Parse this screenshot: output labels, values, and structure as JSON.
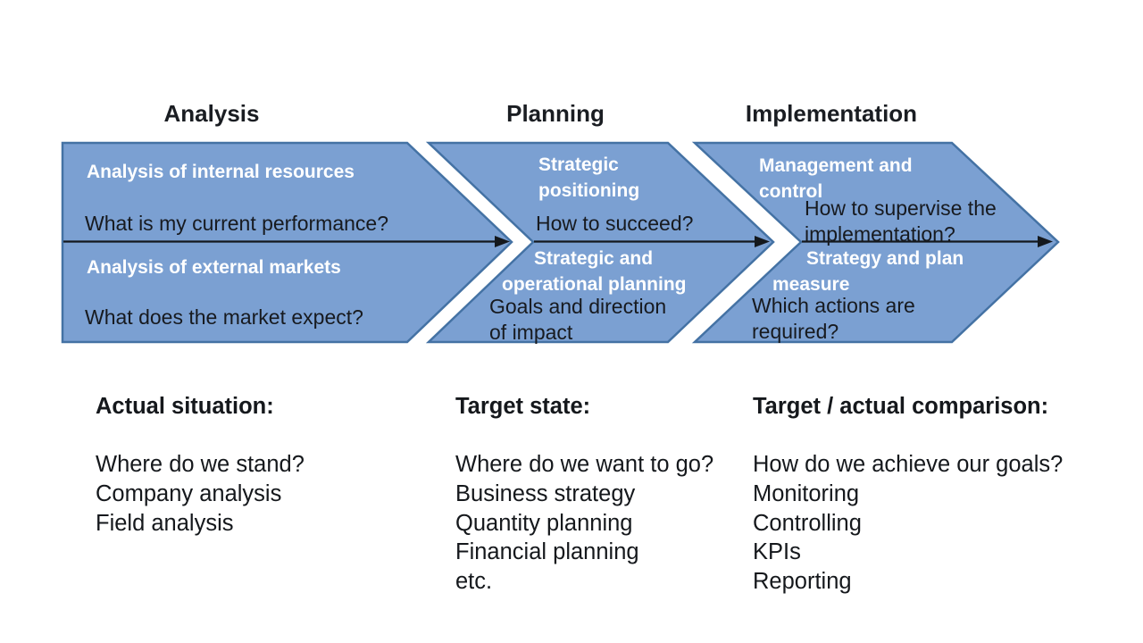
{
  "diagram": {
    "background": "#ffffff",
    "chevron_fill": "#7ba0d2",
    "chevron_border": "#4472a4",
    "arrow_color": "#14181d",
    "label_text_color": "#ffffff",
    "question_text_color": "#171a1f",
    "phases": [
      {
        "title": "Analysis",
        "upper_label": "Analysis of internal resources",
        "upper_question": "What is my current performance?",
        "lower_label": "Analysis of external markets",
        "lower_question": "What does the market expect?",
        "notes_heading": "Actual situation:",
        "notes_lines": "Where do we stand?\nCompany analysis\nField analysis"
      },
      {
        "title": "Planning",
        "upper_label": "Strategic\npositioning",
        "upper_question": "How to succeed?",
        "lower_label": "Strategic and\noperational planning",
        "lower_question": "Goals and direction\nof impact",
        "notes_heading": "Target state:",
        "notes_lines": "Where do we want to go?\nBusiness strategy\nQuantity planning\nFinancial planning\netc."
      },
      {
        "title": "Implementation",
        "upper_label": "Management and\ncontrol",
        "upper_question": "How to supervise the\nimplementation?",
        "lower_label": "Strategy and plan\nmeasure",
        "lower_question": "Which actions are\nrequired?",
        "notes_heading": "Target / actual comparison:",
        "notes_lines": "How do we achieve our goals?\nMonitoring\nControlling\nKPIs\nReporting"
      }
    ]
  }
}
